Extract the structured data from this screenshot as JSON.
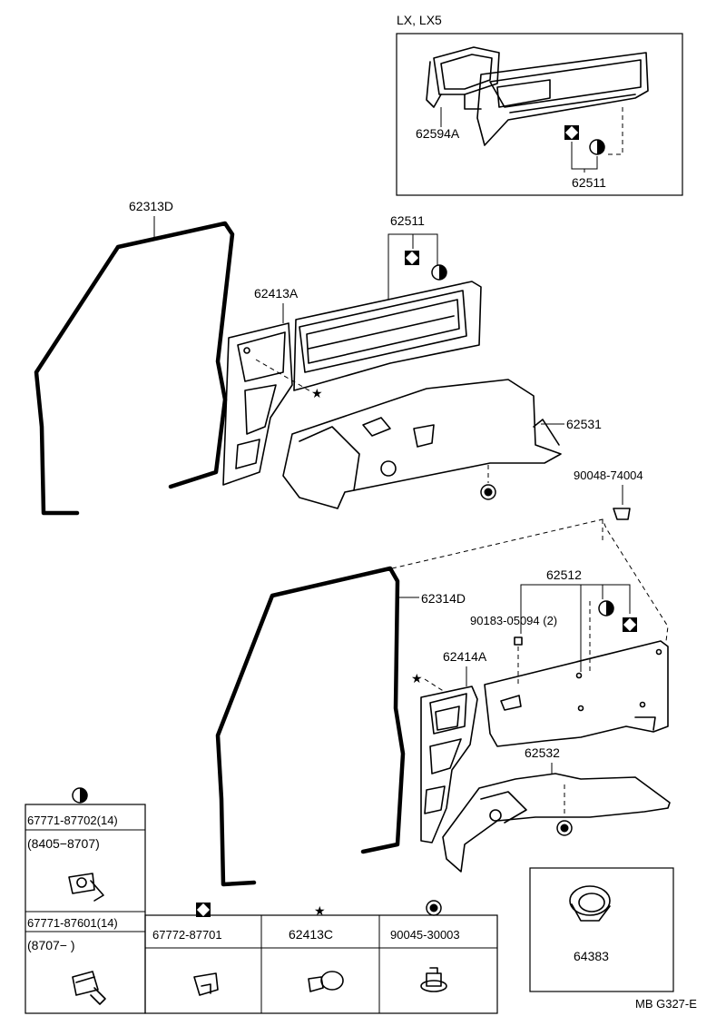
{
  "inset": {
    "title": "LX, LX5",
    "labels": [
      "62594A",
      "62511"
    ]
  },
  "parts": {
    "p62313D": "62313D",
    "p62511": "62511",
    "p62413A": "62413A",
    "p62531": "62531",
    "p90048": "90048-74004",
    "p62314D": "62314D",
    "p62512": "62512",
    "p90183": "90183-05094 (2)",
    "p62414A": "62414A",
    "p62532": "62532"
  },
  "legend": {
    "half_circle": {
      "row1_part": "67771-87702(14)",
      "row1_date": "(8405−8707)",
      "row2_part": "67771-87601(14)",
      "row2_date": "(8707−          )"
    },
    "diamond_part": "67772-87701",
    "star_part": "62413C",
    "target_part": "90045-30003"
  },
  "grommet": {
    "part": "64383"
  },
  "footer": {
    "code": "MB G327-E"
  },
  "symbols": [
    "diamond-square",
    "half-circle",
    "star",
    "target-circle"
  ]
}
